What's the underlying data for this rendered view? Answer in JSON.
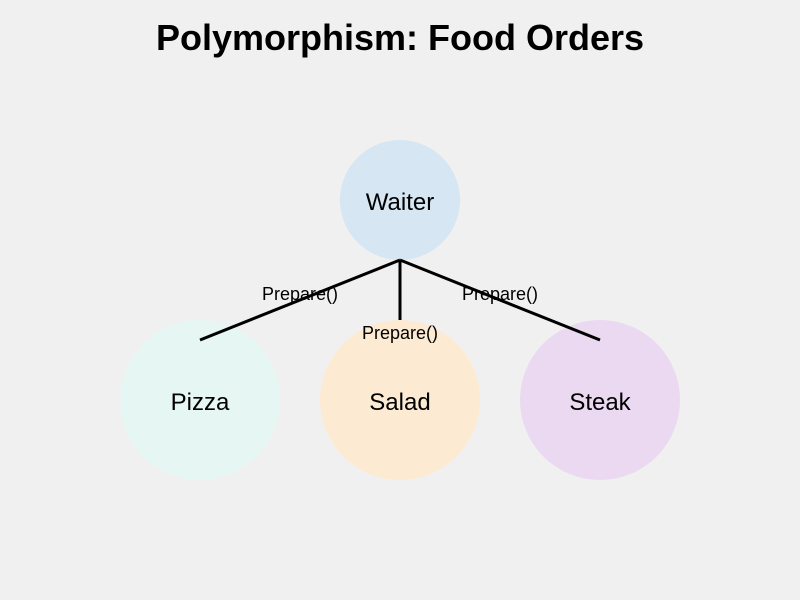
{
  "title": "Polymorphism: Food Orders",
  "nodes": {
    "waiter": {
      "label": "Waiter",
      "color": "#d6e6f2"
    },
    "pizza": {
      "label": "Pizza",
      "color": "#e6f6f2"
    },
    "salad": {
      "label": "Salad",
      "color": "#fcead2"
    },
    "steak": {
      "label": "Steak",
      "color": "#ead9f0"
    }
  },
  "edges": [
    {
      "from": "Waiter",
      "to": "Pizza",
      "label": "Prepare()"
    },
    {
      "from": "Waiter",
      "to": "Salad",
      "label": "Prepare()"
    },
    {
      "from": "Waiter",
      "to": "Steak",
      "label": "Prepare()"
    }
  ],
  "colors": {
    "background": "#f0f0f0",
    "edge": "#000000"
  }
}
